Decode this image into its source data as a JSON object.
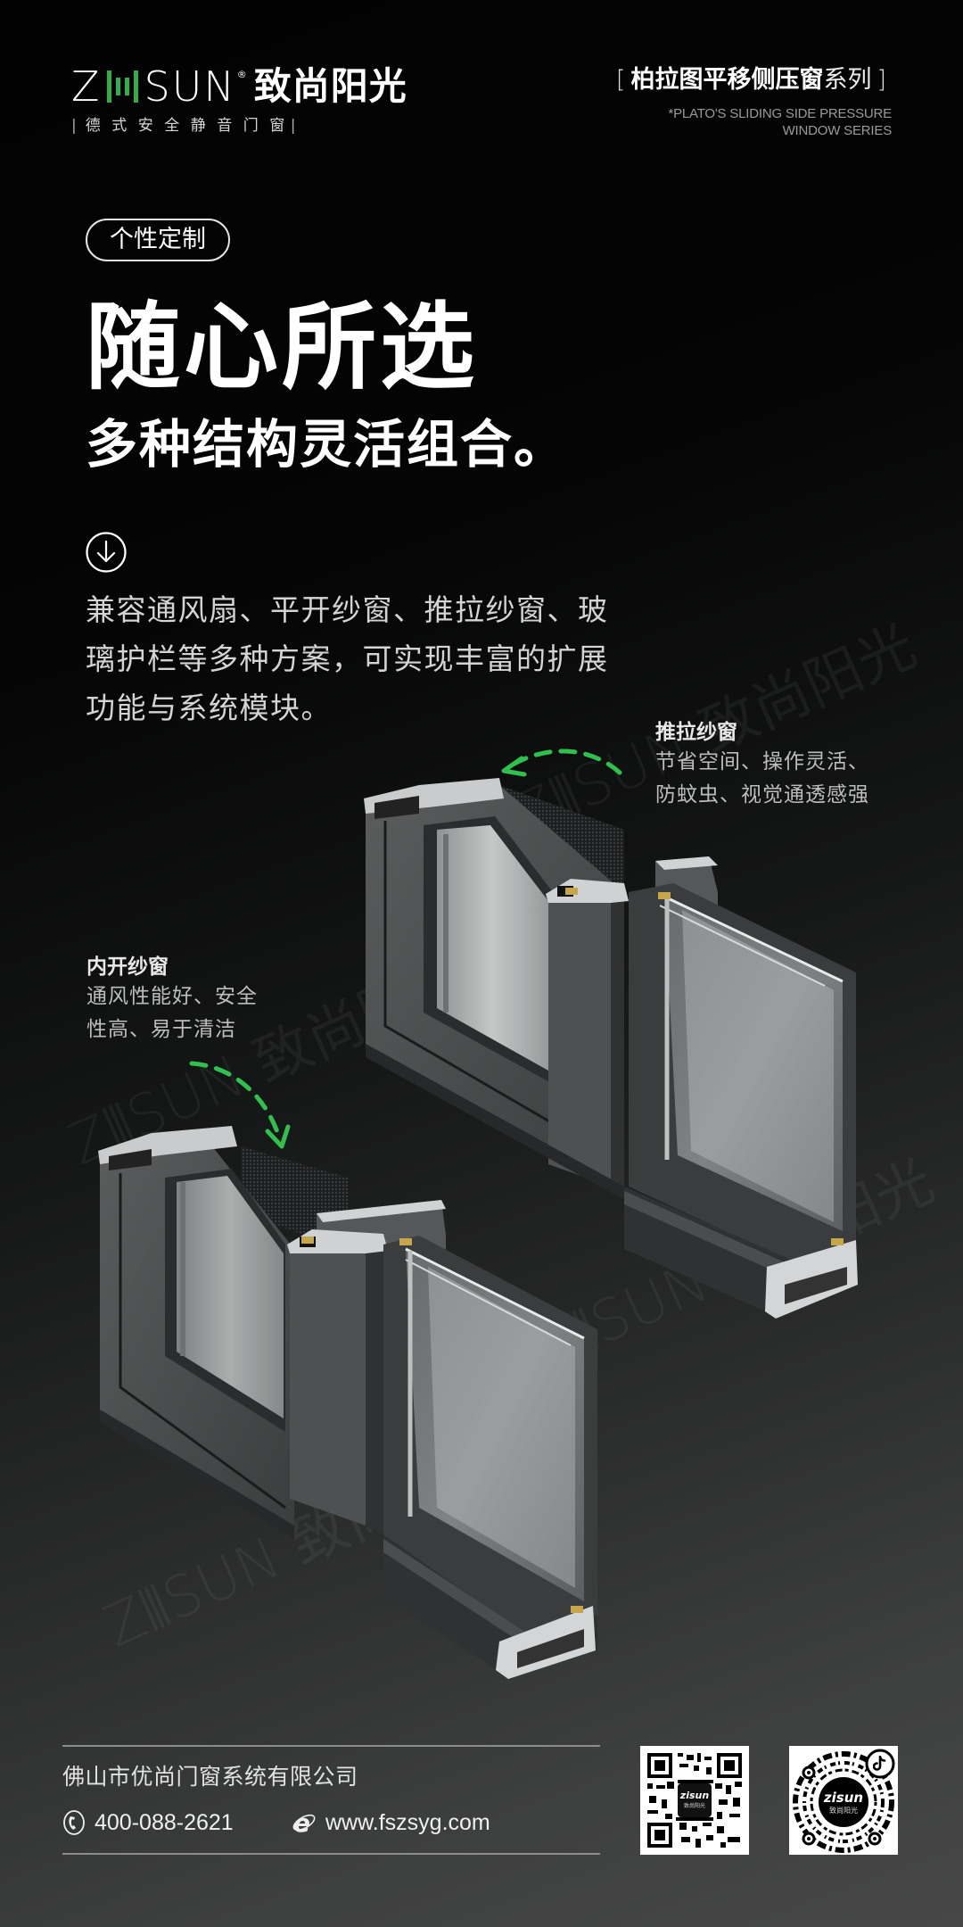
{
  "brand": {
    "logo_word_left": "Z",
    "logo_word_right": "SUN",
    "logo_registered": "®",
    "logo_cn": "致尚阳光",
    "tagline": "德式安全静音门窗",
    "accent_color": "#2fae4a"
  },
  "series": {
    "bracket_open": "[",
    "title_bold": "柏拉图平移侧压窗",
    "title_light": "系列",
    "bracket_close": "]",
    "en_line1": "*PLATO'S SLIDING SIDE PRESSURE",
    "en_line2": "WINDOW SERIES"
  },
  "hero": {
    "pill": "个性定制",
    "title": "随心所选",
    "subtitle": "多种结构灵活组合。",
    "down_icon": "circle-arrow-down-icon",
    "description": [
      "兼容通风扇、平开纱窗、推拉纱窗、玻",
      "璃护栏等多种方案，可实现丰富的扩展",
      "功能与系统模块。"
    ]
  },
  "annotations": {
    "sliding_screen": {
      "title": "推拉纱窗",
      "lines": [
        "节省空间、操作灵活、",
        "防蚊虫、视觉通透感强"
      ]
    },
    "inward_screen": {
      "title": "内开纱窗",
      "lines": [
        "通风性能好、安全",
        "性高、易于清洁"
      ]
    }
  },
  "watermark": {
    "word": "Z⦀SUN",
    "cn": "致尚阳光",
    "sub": "德 式 安 全 静 音 门 窗"
  },
  "footer": {
    "company": "佛山市优尚门窗系统有限公司",
    "phone_icon": "phone-icon",
    "phone": "400-088-2621",
    "web_icon": "ie-browser-icon",
    "website": "www.fszsyg.com",
    "qr_wechat_label": "zisun",
    "qr_wechat_sub": "致尚阳光",
    "qr_douyin_label": "zisun",
    "qr_douyin_sub": "致尚阳光"
  }
}
